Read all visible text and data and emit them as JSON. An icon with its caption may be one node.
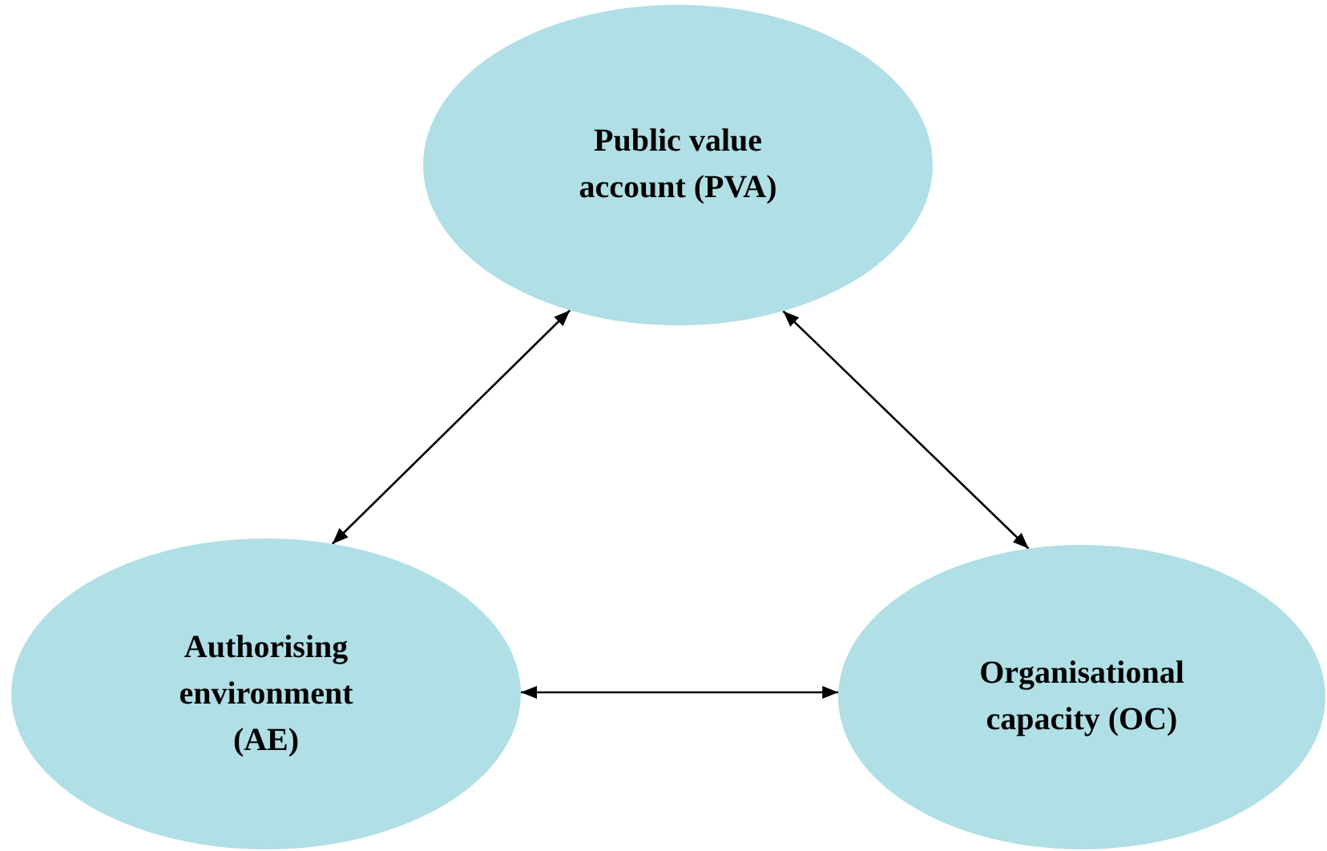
{
  "diagram": {
    "nodes": [
      {
        "text": [
          "Public value account (PVA)"
        ]
      },
      {
        "text": [
          "Authorising environment (AE)"
        ]
      },
      {
        "text": [
          "Organisational capacity (OC)"
        ]
      }
    ],
    "edges": [
      {
        "from": 1,
        "to": 0,
        "arrow": "both"
      },
      {
        "from": 0,
        "to": 2,
        "arrow": "both"
      },
      {
        "from": 1,
        "to": 2,
        "arrow": "both"
      }
    ]
  }
}
